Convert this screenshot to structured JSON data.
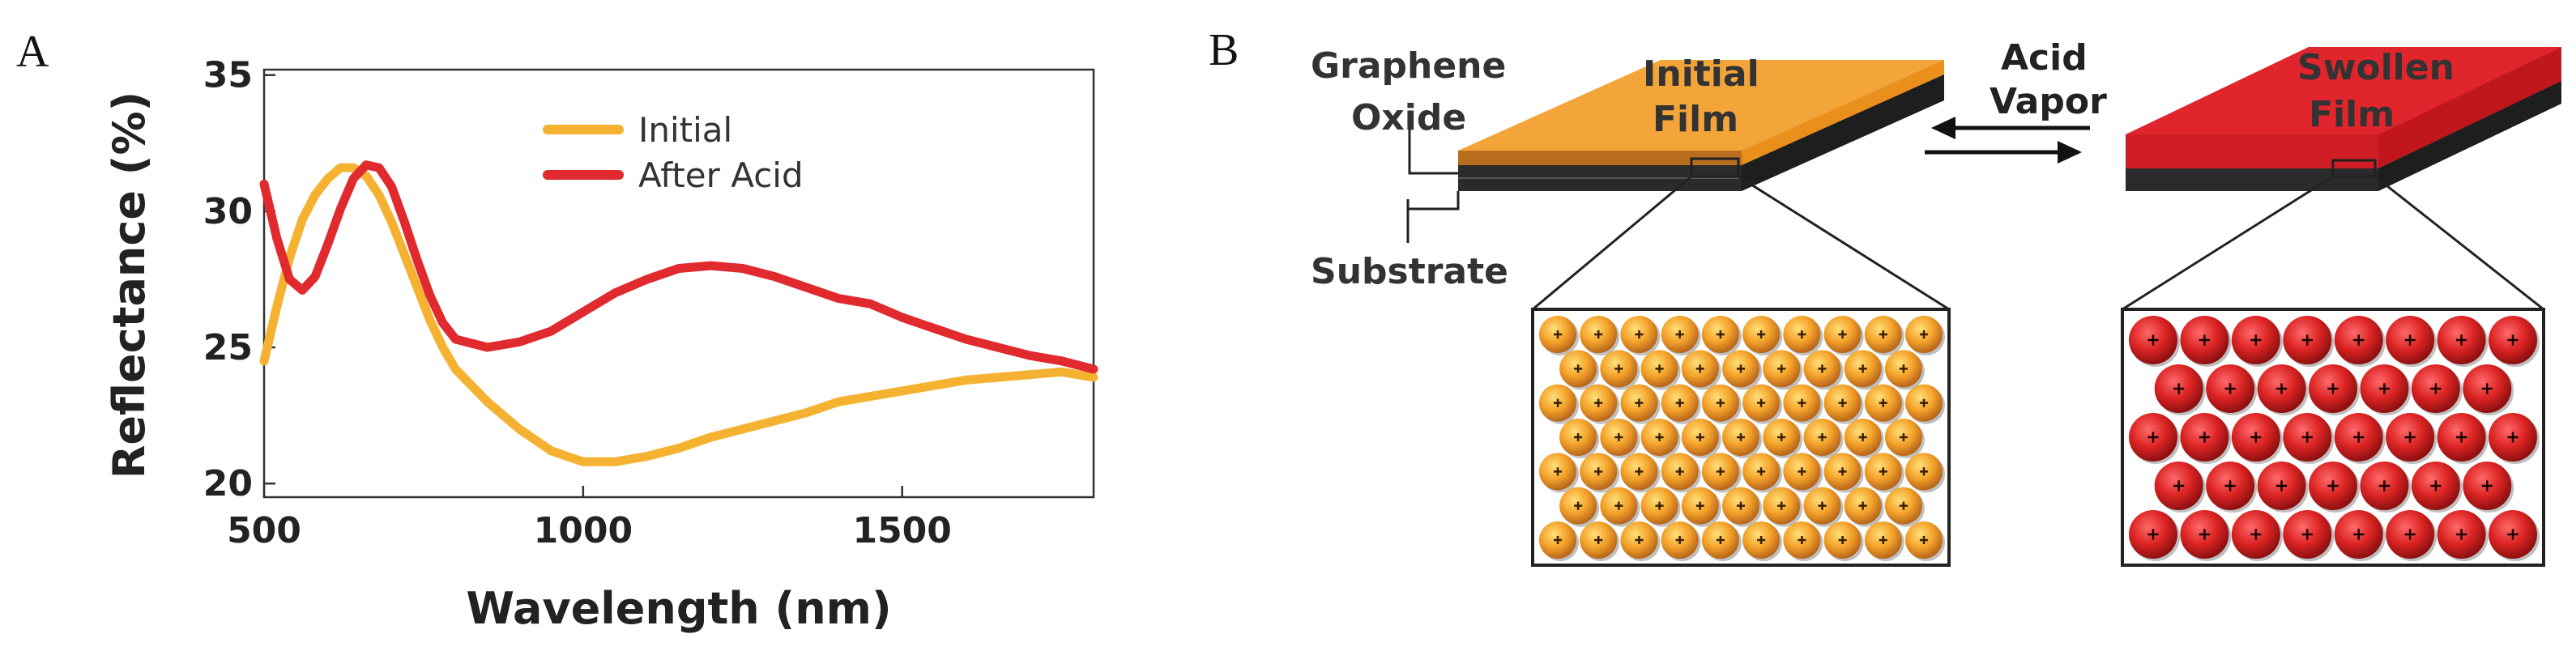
{
  "panel_labels": {
    "a": "A",
    "b": "B"
  },
  "chart_data": {
    "type": "line",
    "title": "",
    "xlabel": "Wavelength (nm)",
    "ylabel": "Reflectance (%)",
    "xlim": [
      500,
      1800
    ],
    "ylim": [
      19.5,
      35.2
    ],
    "x_ticks": [
      500,
      1000,
      1500
    ],
    "y_ticks": [
      20,
      25,
      30,
      35
    ],
    "grid": false,
    "legend_position": "top-center",
    "series": [
      {
        "name": "Initial",
        "color": "#f5b230",
        "points": [
          [
            500,
            24.5
          ],
          [
            520,
            26.5
          ],
          [
            540,
            28.3
          ],
          [
            560,
            29.7
          ],
          [
            580,
            30.6
          ],
          [
            600,
            31.2
          ],
          [
            620,
            31.6
          ],
          [
            640,
            31.6
          ],
          [
            660,
            31.3
          ],
          [
            680,
            30.6
          ],
          [
            700,
            29.6
          ],
          [
            720,
            28.4
          ],
          [
            740,
            27.2
          ],
          [
            760,
            26.0
          ],
          [
            780,
            25.0
          ],
          [
            800,
            24.2
          ],
          [
            850,
            23.0
          ],
          [
            900,
            22.0
          ],
          [
            950,
            21.2
          ],
          [
            1000,
            20.8
          ],
          [
            1050,
            20.8
          ],
          [
            1100,
            21.0
          ],
          [
            1150,
            21.3
          ],
          [
            1200,
            21.7
          ],
          [
            1250,
            22.0
          ],
          [
            1300,
            22.3
          ],
          [
            1350,
            22.6
          ],
          [
            1400,
            23.0
          ],
          [
            1450,
            23.2
          ],
          [
            1500,
            23.4
          ],
          [
            1550,
            23.6
          ],
          [
            1600,
            23.8
          ],
          [
            1650,
            23.9
          ],
          [
            1700,
            24.0
          ],
          [
            1750,
            24.1
          ],
          [
            1800,
            23.9
          ]
        ]
      },
      {
        "name": "After Acid",
        "color": "#e02a2e",
        "points": [
          [
            500,
            31.0
          ],
          [
            520,
            29.0
          ],
          [
            540,
            27.5
          ],
          [
            560,
            27.1
          ],
          [
            580,
            27.6
          ],
          [
            600,
            28.8
          ],
          [
            620,
            30.1
          ],
          [
            640,
            31.2
          ],
          [
            660,
            31.7
          ],
          [
            680,
            31.6
          ],
          [
            700,
            30.9
          ],
          [
            720,
            29.6
          ],
          [
            740,
            28.2
          ],
          [
            760,
            26.9
          ],
          [
            780,
            25.9
          ],
          [
            800,
            25.3
          ],
          [
            850,
            25.0
          ],
          [
            900,
            25.2
          ],
          [
            950,
            25.6
          ],
          [
            1000,
            26.3
          ],
          [
            1050,
            27.0
          ],
          [
            1100,
            27.5
          ],
          [
            1150,
            27.9
          ],
          [
            1200,
            28.0
          ],
          [
            1250,
            27.9
          ],
          [
            1300,
            27.6
          ],
          [
            1350,
            27.2
          ],
          [
            1400,
            26.8
          ],
          [
            1450,
            26.6
          ],
          [
            1500,
            26.1
          ],
          [
            1550,
            25.7
          ],
          [
            1600,
            25.3
          ],
          [
            1650,
            25.0
          ],
          [
            1700,
            24.7
          ],
          [
            1750,
            24.5
          ],
          [
            1800,
            24.2
          ]
        ]
      }
    ]
  },
  "diagram": {
    "labels": {
      "graphene_oxide_line1": "Graphene",
      "graphene_oxide_line2": "Oxide",
      "substrate": "Substrate",
      "initial_film_line1": "Initial",
      "initial_film_line2": "Film",
      "acid_vapor_line1": "Acid",
      "acid_vapor_line2": "Vapor",
      "swollen_film_line1": "Swollen",
      "swollen_film_line2": "Film"
    },
    "colors": {
      "initial_film": "#f4a53a",
      "swollen_film": "#e0252c",
      "substrate": "#1e1e1e"
    }
  }
}
